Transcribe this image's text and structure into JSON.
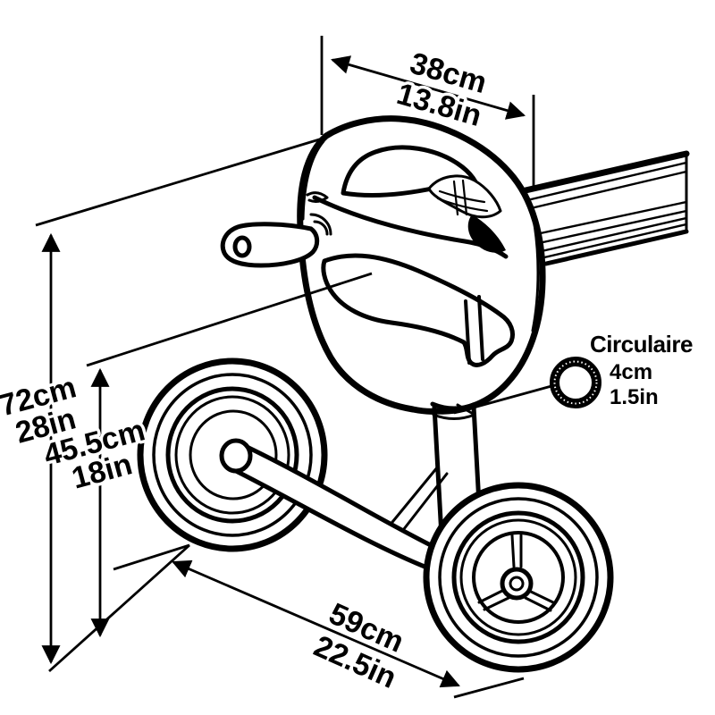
{
  "diagram": {
    "title": "pool-reel-trolley-dimension-drawing",
    "background_color": "#ffffff",
    "line_color": "#000000",
    "dimensions": {
      "width_top": {
        "cm": "38cm",
        "inch": "13.8in"
      },
      "height_total": {
        "cm": "72cm",
        "inch": "28in"
      },
      "height_axle": {
        "cm": "45.5cm",
        "inch": "18in"
      },
      "width_bottom": {
        "cm": "59cm",
        "inch": "22.5in"
      }
    },
    "tube_callout": {
      "label": "Circulaire",
      "cm": "4cm",
      "inch": "1.5in"
    }
  }
}
